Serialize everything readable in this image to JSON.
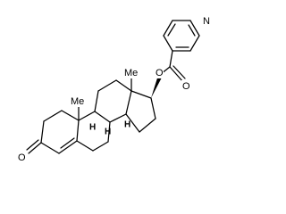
{
  "molecule": {
    "atom_labels": {
      "nitrogen": "N",
      "ester_oxygen": "O",
      "carbonyl_oxygen": "O",
      "ketone_oxygen": "O",
      "c13_methyl": "Me",
      "c10_methyl": "Me"
    },
    "stereo_labels": {
      "c8": "H",
      "c9": "H",
      "c14": "H"
    },
    "colors": {
      "bonds": "#000000",
      "labels": "#000000",
      "background": "#ffffff"
    }
  }
}
